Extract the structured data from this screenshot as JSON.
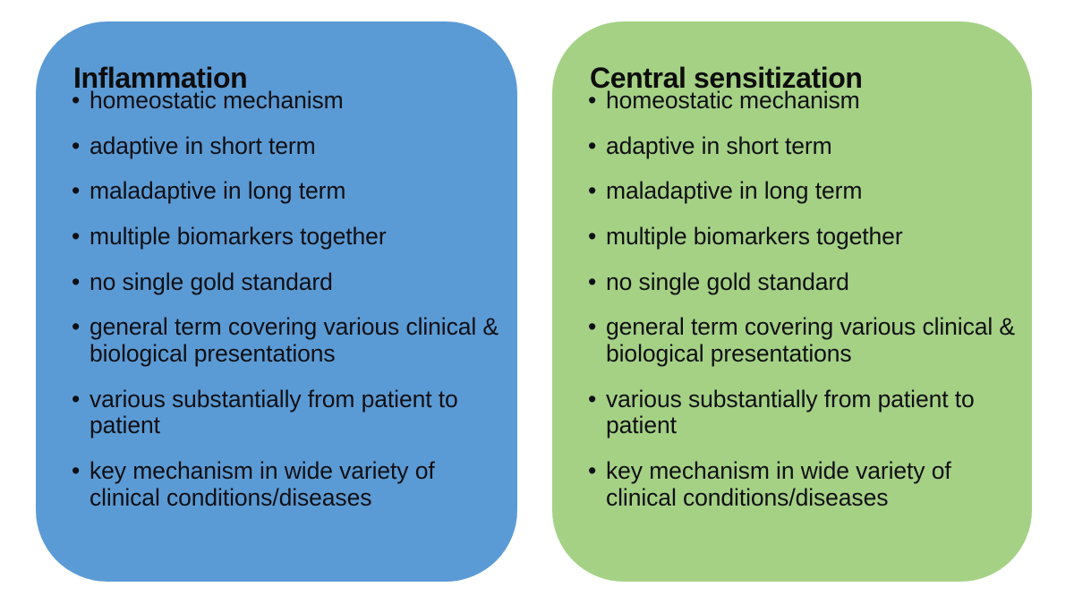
{
  "diagram": {
    "type": "two-column-comparison",
    "background_color": "#FFFFFF",
    "panels": [
      {
        "id": "inflammation",
        "title": "Inflammation",
        "color": "#5B9BD5",
        "bullet_glyph": "•",
        "bullets": [
          "homeostatic mechanism",
          "adaptive in short term",
          "maladaptive in long term",
          "multiple biomarkers together",
          "no single gold standard",
          "general term covering various clinical & biological presentations",
          "various substantially from patient to patient",
          "key mechanism in wide variety of clinical conditions/diseases"
        ]
      },
      {
        "id": "central-sensitization",
        "title": "Central sensitization",
        "color": "#A5D185",
        "bullet_glyph": "•",
        "bullets": [
          "homeostatic mechanism",
          "adaptive in short term",
          "maladaptive in long term",
          "multiple biomarkers together",
          "no single gold standard",
          "general term covering various clinical & biological presentations",
          "various substantially from patient to patient",
          "key mechanism in wide variety of clinical conditions/diseases"
        ]
      }
    ]
  }
}
